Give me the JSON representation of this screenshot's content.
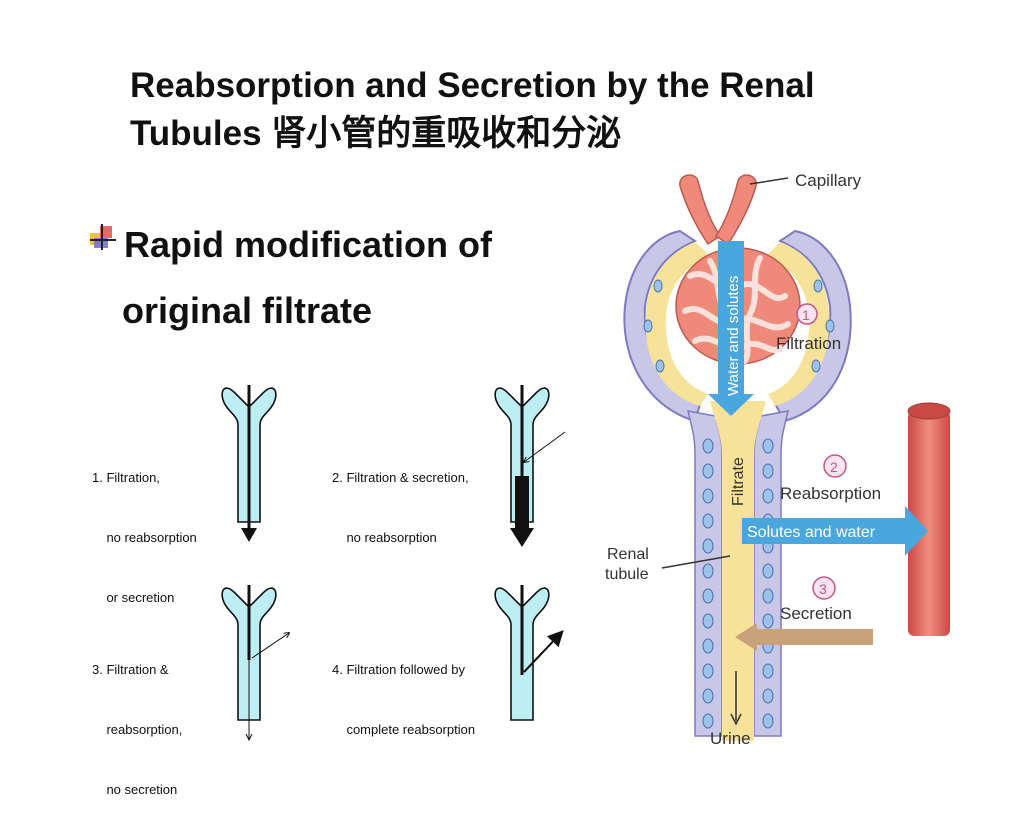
{
  "slide": {
    "title_line1": "Reabsorption and Secretion by the Renal",
    "title_line2": "Tubules 肾小管的重吸收和分泌",
    "bullet_line1": "Rapid modification of",
    "bullet_line2": "original filtrate"
  },
  "schemes": [
    {
      "lines": [
        "1. Filtration,",
        "    no reabsorption",
        "    or secretion"
      ]
    },
    {
      "lines": [
        "2. Filtration & secretion,",
        "    no reabsorption"
      ]
    },
    {
      "lines": [
        "3. Filtration &",
        "    reabsorption,",
        "    no secretion"
      ]
    },
    {
      "lines": [
        "4. Filtration followed by",
        "    complete reabsorption"
      ]
    }
  ],
  "nephron_figure": {
    "capillary_label": "Capillary",
    "water_solutes_label": "Water and solutes",
    "step1_number": "1",
    "step1_label": "Filtration",
    "filtrate_label": "Filtrate",
    "step2_number": "2",
    "step2_label": "Reabsorption",
    "arrow_label": "Solutes and water",
    "renal_tubule_line1": "Renal",
    "renal_tubule_line2": "tubule",
    "step3_number": "3",
    "step3_label": "Secretion",
    "urine_label": "Urine"
  },
  "colors": {
    "capillary": "#ef8a7a",
    "tubule_wall": "#c9c7e8",
    "filtrate": "#f7e29a",
    "arrow_blue": "#4aa7de",
    "arrow_secretion": "#c9a27a",
    "vessel": "#df6a62",
    "scheme_tube": "#bdeef4"
  }
}
